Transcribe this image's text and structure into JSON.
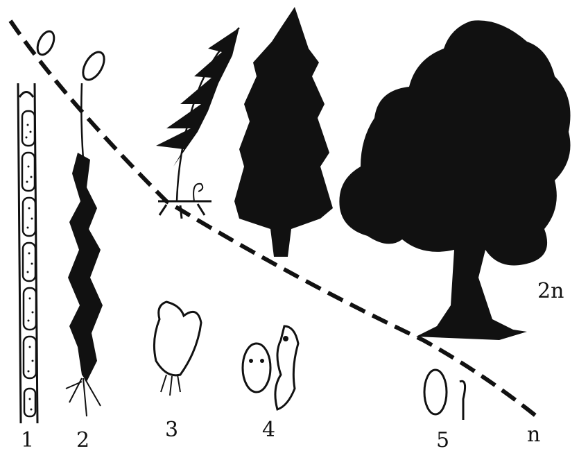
{
  "labels": {
    "stage1": "1",
    "stage2": "2",
    "stage3": "3",
    "stage4": "4",
    "stage5": "5",
    "haploid": "n",
    "diploid": "2n"
  },
  "colors": {
    "ink": "#111111",
    "paper": "#ffffff"
  },
  "icons": [
    "algae-filament-icon",
    "moss-icon",
    "fern-icon",
    "conifer-tree-icon",
    "deciduous-tree-icon",
    "gametophyte-icon",
    "spore-icon"
  ]
}
